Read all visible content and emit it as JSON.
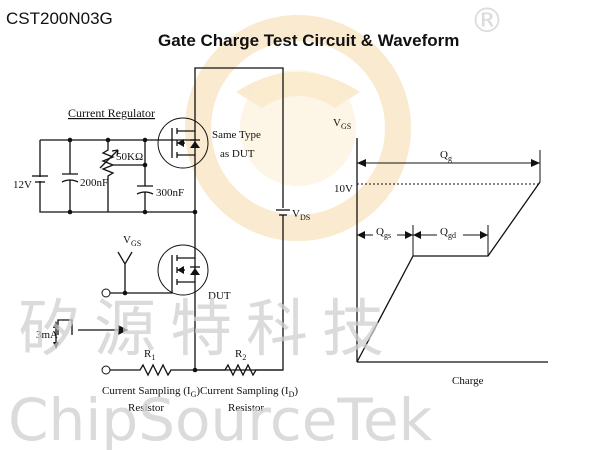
{
  "part_number": "CST200N03G",
  "title": "Gate Charge Test Circuit  &  Waveform",
  "watermark": {
    "logo_mark": "®",
    "chinese": "矽源特科技",
    "english": "ChipSourceTek",
    "logo_color": "#f5d9a8"
  },
  "circuit": {
    "current_regulator": "Current Regulator",
    "supply_12v": "12V",
    "cap_200nf": "200nF",
    "pot_50k": "50KΩ",
    "cap_300nf": "300nF",
    "same_type_line1": "Same Type",
    "same_type_line2": "as DUT",
    "vds_main": "V",
    "vds_sub": "DS",
    "vgs_main": "V",
    "vgs_sub": "GS",
    "dut": "DUT",
    "source_3ma": "3mA",
    "r1_main": "R",
    "r1_sub": "1",
    "r2_main": "R",
    "r2_sub": "2",
    "sampling_ig_pre": "Current Sampling (I",
    "sampling_ig_sub": "G",
    "sampling_ig_post": ")",
    "sampling_id_pre": "Current Sampling (I",
    "sampling_id_sub": "D",
    "sampling_id_post": ")",
    "resistor_label": "Resistor"
  },
  "waveform": {
    "y_axis_main": "V",
    "y_axis_sub": "GS",
    "x_axis": "Charge",
    "level_10v": "10V",
    "qg_main": "Q",
    "qg_sub": "g",
    "qgs_main": "Q",
    "qgs_sub": "gs",
    "qgd_main": "Q",
    "qgd_sub": "gd"
  }
}
